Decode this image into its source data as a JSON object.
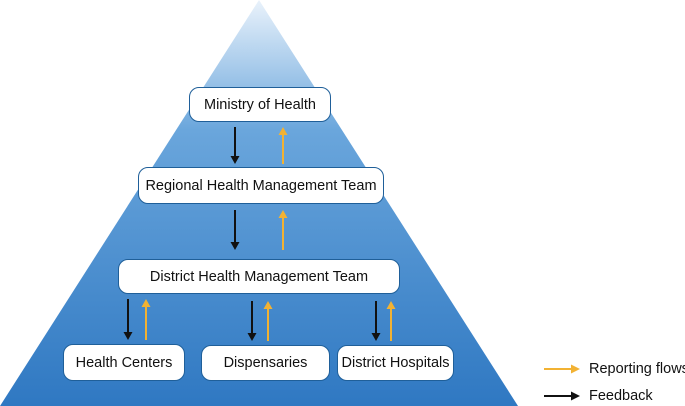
{
  "colors": {
    "pyramid_top": "#e9f2fb",
    "pyramid_mid": "#6aa6dc",
    "pyramid_bottom": "#2f78c2",
    "box_border": "#1f5f99",
    "reporting_arrow": "#f2b233",
    "feedback_arrow": "#111111"
  },
  "nodes": {
    "ministry": "Ministry of Health",
    "regional": "Regional Health Management Team",
    "district": "District Health Management Team",
    "health_centers": "Health Centers",
    "dispensaries": "Dispensaries",
    "district_hospitals": "District Hospitals"
  },
  "edges": [
    {
      "from": "ministry",
      "to": "regional",
      "kind": "feedback"
    },
    {
      "from": "regional",
      "to": "ministry",
      "kind": "reporting"
    },
    {
      "from": "regional",
      "to": "district",
      "kind": "feedback"
    },
    {
      "from": "district",
      "to": "regional",
      "kind": "reporting"
    },
    {
      "from": "district",
      "to": "health_centers",
      "kind": "feedback"
    },
    {
      "from": "health_centers",
      "to": "district",
      "kind": "reporting"
    },
    {
      "from": "district",
      "to": "dispensaries",
      "kind": "feedback"
    },
    {
      "from": "dispensaries",
      "to": "district",
      "kind": "reporting"
    },
    {
      "from": "district",
      "to": "district_hospitals",
      "kind": "feedback"
    },
    {
      "from": "district_hospitals",
      "to": "district",
      "kind": "reporting"
    }
  ],
  "legend": {
    "reporting": "Reporting flows",
    "feedback": "Feedback"
  }
}
